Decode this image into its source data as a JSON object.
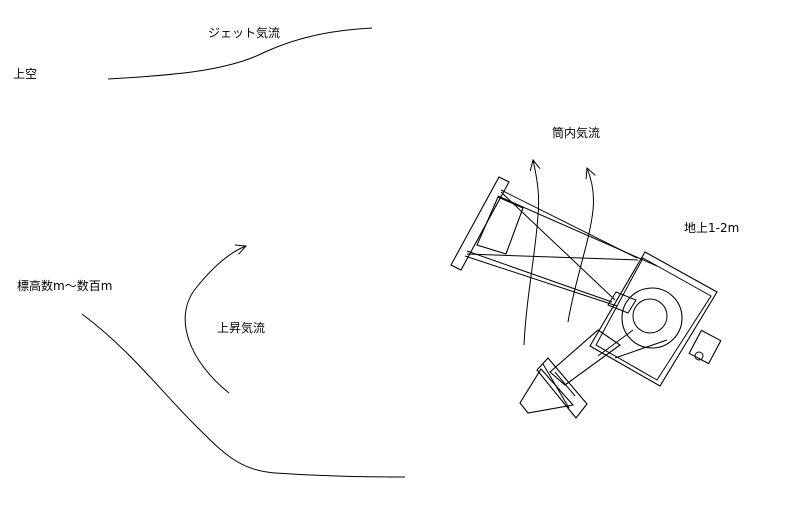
{
  "labels": {
    "jet_stream": "ジェット気流",
    "upper_air": "上空",
    "elevation": "標高数m～数百m",
    "updraft": "上昇気流",
    "tube_current": "筒内気流",
    "ground": "地上1-2m"
  },
  "colors": {
    "stroke": "#000000",
    "background": "#ffffff"
  }
}
